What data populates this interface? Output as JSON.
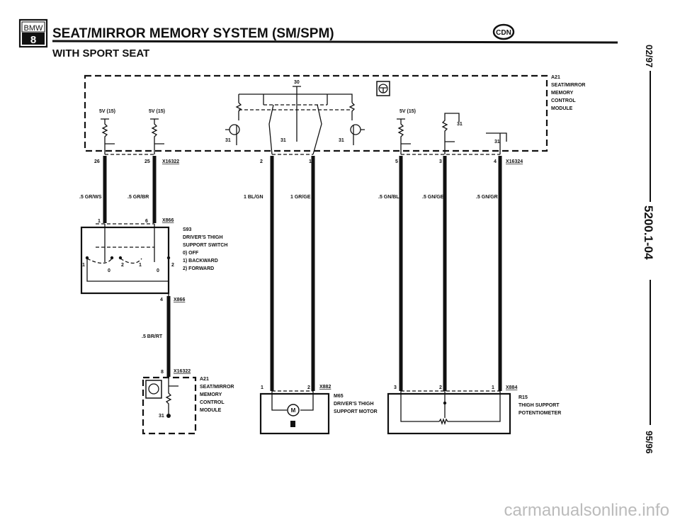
{
  "header": {
    "logo_top": "BMW",
    "logo_bottom": "8",
    "title": "SEAT/MIRROR MEMORY SYSTEM (SM/SPM)",
    "subtitle": "WITH SPORT SEAT",
    "region_badge": "CDN"
  },
  "side": {
    "date_top": "02/97",
    "doc_number": "5200.1-04",
    "date_bottom": "95/96"
  },
  "module_top": {
    "ref": "A21",
    "name_lines": [
      "SEAT/MIRROR",
      "MEMORY",
      "CONTROL",
      "MODULE"
    ],
    "supply_labels": [
      "5V (15)",
      "5V (15)",
      "5V (15)"
    ],
    "terminal_30": "30",
    "grounds": [
      "31",
      "31",
      "31",
      "31",
      "31"
    ]
  },
  "connectors": {
    "x16322": {
      "name": "X16322",
      "pins": [
        "26",
        "25"
      ]
    },
    "center": {
      "pins": [
        "2",
        "1"
      ]
    },
    "x16324": {
      "name": "X16324",
      "pins": [
        "5",
        "3",
        "4"
      ]
    }
  },
  "wires": [
    ".5 GR/WS",
    ".5 GR/BR",
    "1 BL/GN",
    "1 GR/GE",
    ".5 GN/BL",
    ".5 GN/GE",
    ".5 GN/GR",
    ".5 BR/RT"
  ],
  "switch": {
    "connector": "X866",
    "pins_top": [
      "1",
      "6"
    ],
    "pin_bottom": "4",
    "ref": "S93",
    "name_lines": [
      "DRIVER'S THIGH",
      "SUPPORT SWITCH"
    ],
    "positions": [
      "0)  OFF",
      "1)  BACKWARD",
      "2)  FORWARD"
    ],
    "contact_labels": [
      "1",
      "2",
      "0",
      "1",
      "2",
      "0"
    ]
  },
  "module_bottom": {
    "connector": "X16322",
    "pin": "8",
    "ref": "A21",
    "name_lines": [
      "SEAT/MIRROR",
      "MEMORY",
      "CONTROL",
      "MODULE"
    ],
    "ground": "31"
  },
  "motor": {
    "connector": "X882",
    "pins": [
      "1",
      "2"
    ],
    "ref": "M65",
    "name_lines": [
      "DRIVER'S THIGH",
      "SUPPORT MOTOR"
    ],
    "symbol": "M"
  },
  "pot": {
    "connector": "X884",
    "pins": [
      "3",
      "2",
      "1"
    ],
    "ref": "R15",
    "name_lines": [
      "THIGH SUPPORT",
      "POTENTIOMETER"
    ]
  },
  "watermark": "carmanualsonline.info"
}
